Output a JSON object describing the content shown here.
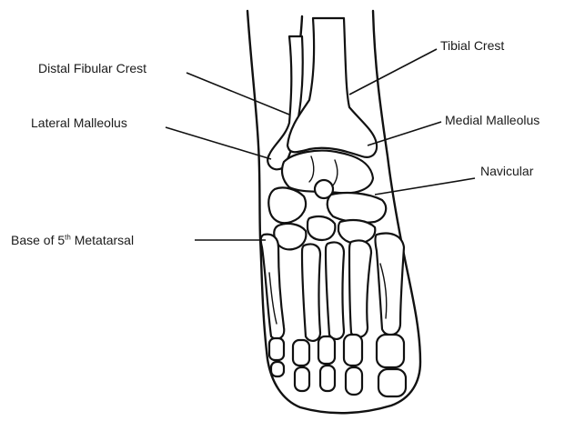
{
  "labels": {
    "distal_fibular_crest": "Distal Fibular Crest",
    "tibial_crest": "Tibial Crest",
    "lateral_malleolus": "Lateral Malleolus",
    "medial_malleolus": "Medial Malleolus",
    "navicular": "Navicular",
    "base_5th_metatarsal": {
      "prefix": "Base of 5",
      "superscript": "th",
      "suffix": " Metatarsal"
    }
  },
  "colors": {
    "line": "#111111",
    "background": "#ffffff"
  }
}
